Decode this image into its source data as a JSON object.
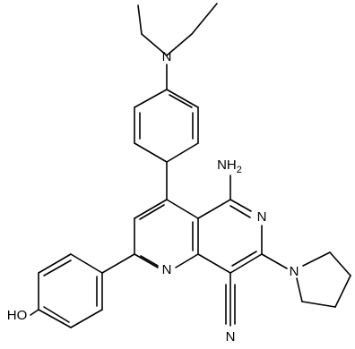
{
  "molecule": {
    "labels": {
      "n_amine": "N",
      "nh2": "NH",
      "nh2_sub": "2",
      "n_ring_right": "N",
      "n_ring_left": "N",
      "n_pyrrolidine": "N",
      "n_nitrile": "N",
      "ho": "HO"
    }
  }
}
